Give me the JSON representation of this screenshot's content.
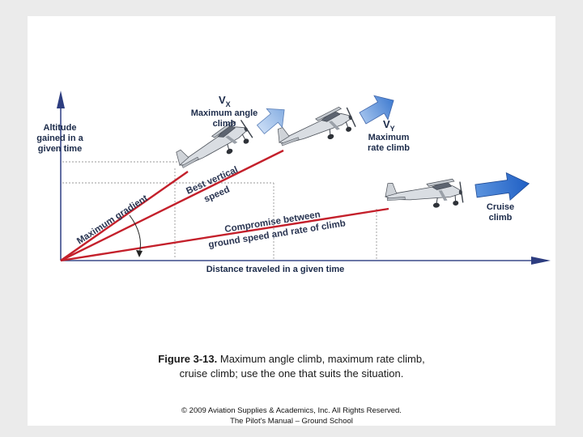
{
  "diagram": {
    "y_axis_label": [
      "Altitude",
      "gained in a",
      "given time"
    ],
    "x_axis_label": "Distance traveled in a given time",
    "line_labels": {
      "max_gradient": "Maximum gradient",
      "best_vertical": [
        "Best vertical",
        "speed"
      ],
      "compromise": [
        "Compromise between",
        "ground speed and rate of climb"
      ]
    },
    "vx": {
      "symbol": "V",
      "subscript": "X",
      "label": [
        "Maximum angle",
        "climb"
      ]
    },
    "vy": {
      "symbol": "V",
      "subscript": "Y",
      "label": [
        "Maximum",
        "rate climb"
      ]
    },
    "cruise": {
      "label": [
        "Cruise",
        "climb"
      ]
    },
    "colors": {
      "axis": "#3a4a8a",
      "climb_line": "#c4202b",
      "arrow_light": "#a9c4ea",
      "arrow_mid": "#6f9ad6",
      "arrow_dark": "#2f6fce",
      "text": "#1c2b4a"
    }
  },
  "caption": {
    "figure_label": "Figure 3-13.",
    "line1": " Maximum angle climb, maximum rate climb,",
    "line2": "cruise climb; use the one that suits the situation."
  },
  "copyright": {
    "line1": "© 2009 Aviation Supplies & Academics, Inc. All Rights Reserved.",
    "line2": "The Pilot's Manual – Ground School"
  }
}
